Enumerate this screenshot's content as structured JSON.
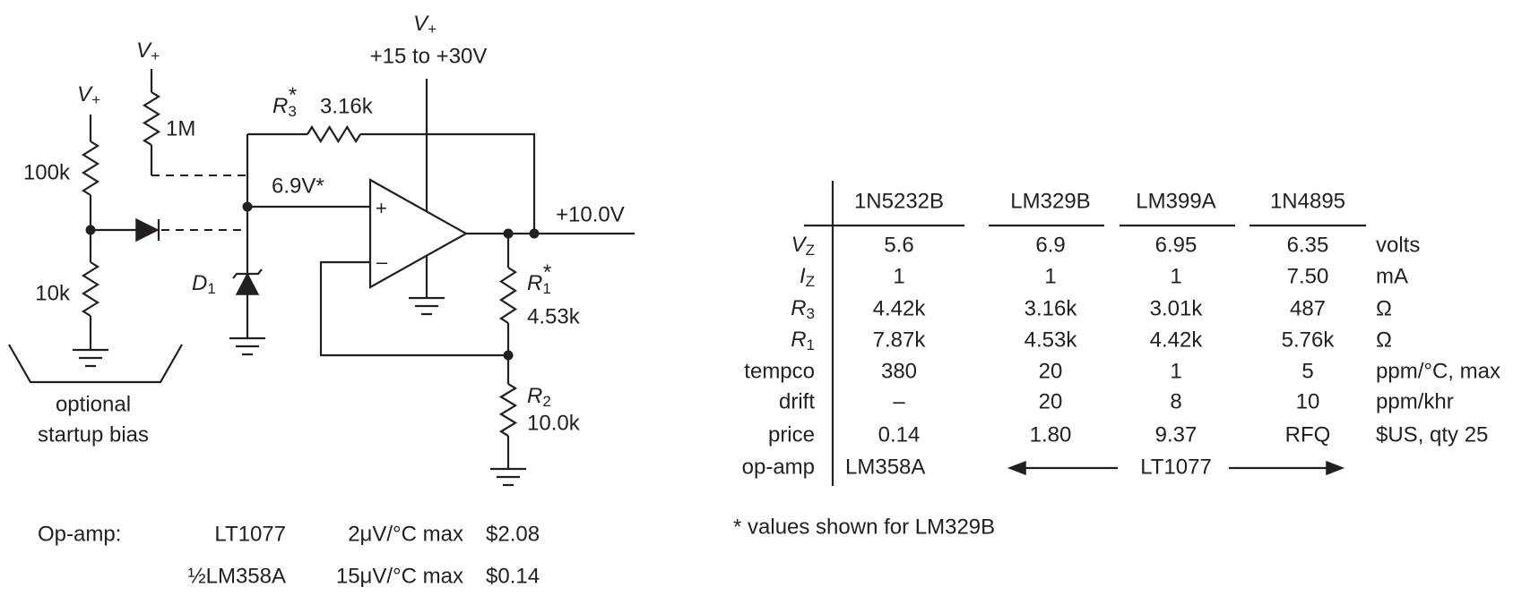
{
  "circuit": {
    "vplus": {
      "main": "V",
      "sub": "+"
    },
    "supply_range": "+15 to +30V",
    "r_100k": "100k",
    "r_10k": "10k",
    "r_1m": "1M",
    "r3": {
      "main": "R",
      "sub": "3",
      "sup": "*",
      "value": "3.16k"
    },
    "ref_voltage": "6.9V*",
    "output": "+10.0V",
    "d1": {
      "main": "D",
      "sub": "1"
    },
    "r1": {
      "main": "R",
      "sub": "1",
      "sup": "*",
      "value": "4.53k"
    },
    "r2": {
      "main": "R",
      "sub": "2",
      "value": "10.0k"
    },
    "plus_sign": "+",
    "minus_sign": "–",
    "startup_label": [
      "optional",
      "startup bias"
    ]
  },
  "opamp_options": {
    "label": "Op-amp:",
    "rows": [
      {
        "part": "LT1077",
        "drift": "2μV/°C max",
        "price": "$2.08"
      },
      {
        "part": "½LM358A",
        "drift": "15μV/°C max",
        "price": "$0.14"
      }
    ]
  },
  "table": {
    "columns": [
      "1N5232B",
      "LM329B",
      "LM399A",
      "1N4895"
    ],
    "rows": [
      {
        "label": {
          "main": "V",
          "sub": "Z"
        },
        "values": [
          "5.6",
          "6.9",
          "6.95",
          "6.35"
        ],
        "unit": "volts"
      },
      {
        "label": {
          "main": "I",
          "sub": "Z"
        },
        "values": [
          "1",
          "1",
          "1",
          "7.50"
        ],
        "unit": "mA"
      },
      {
        "label": {
          "main": "R",
          "sub": "3"
        },
        "values": [
          "4.42k",
          "3.16k",
          "3.01k",
          "487"
        ],
        "unit": "Ω"
      },
      {
        "label": {
          "main": "R",
          "sub": "1"
        },
        "values": [
          "7.87k",
          "4.53k",
          "4.42k",
          "5.76k"
        ],
        "unit": "Ω"
      },
      {
        "label": {
          "text": "tempco"
        },
        "values": [
          "380",
          "20",
          "1",
          "5"
        ],
        "unit": "ppm/°C, max"
      },
      {
        "label": {
          "text": "drift"
        },
        "values": [
          "–",
          "20",
          "8",
          "10"
        ],
        "unit": "ppm/khr"
      },
      {
        "label": {
          "text": "price"
        },
        "values": [
          "0.14",
          "1.80",
          "9.37",
          "RFQ"
        ],
        "unit": "$US, qty 25"
      }
    ],
    "opamp_row": {
      "label": "op-amp",
      "first": "LM358A",
      "span": "LT1077"
    },
    "footnote": "* values shown for LM329B"
  }
}
